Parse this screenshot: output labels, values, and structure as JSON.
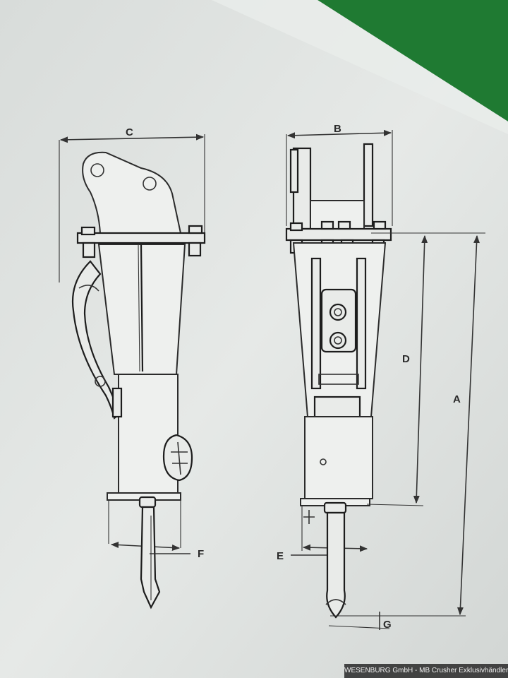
{
  "diagram": {
    "labels": {
      "A": "A",
      "B": "B",
      "C": "C",
      "D": "D",
      "E": "E",
      "F": "F",
      "G": "G"
    }
  },
  "footer": {
    "watermark": "WESENBURG GmbH - MB Crusher Exklusivhändler"
  },
  "colors": {
    "accent_green": "#1f7a32",
    "paper": "#eef0ee",
    "ink": "#2b2b2b"
  }
}
